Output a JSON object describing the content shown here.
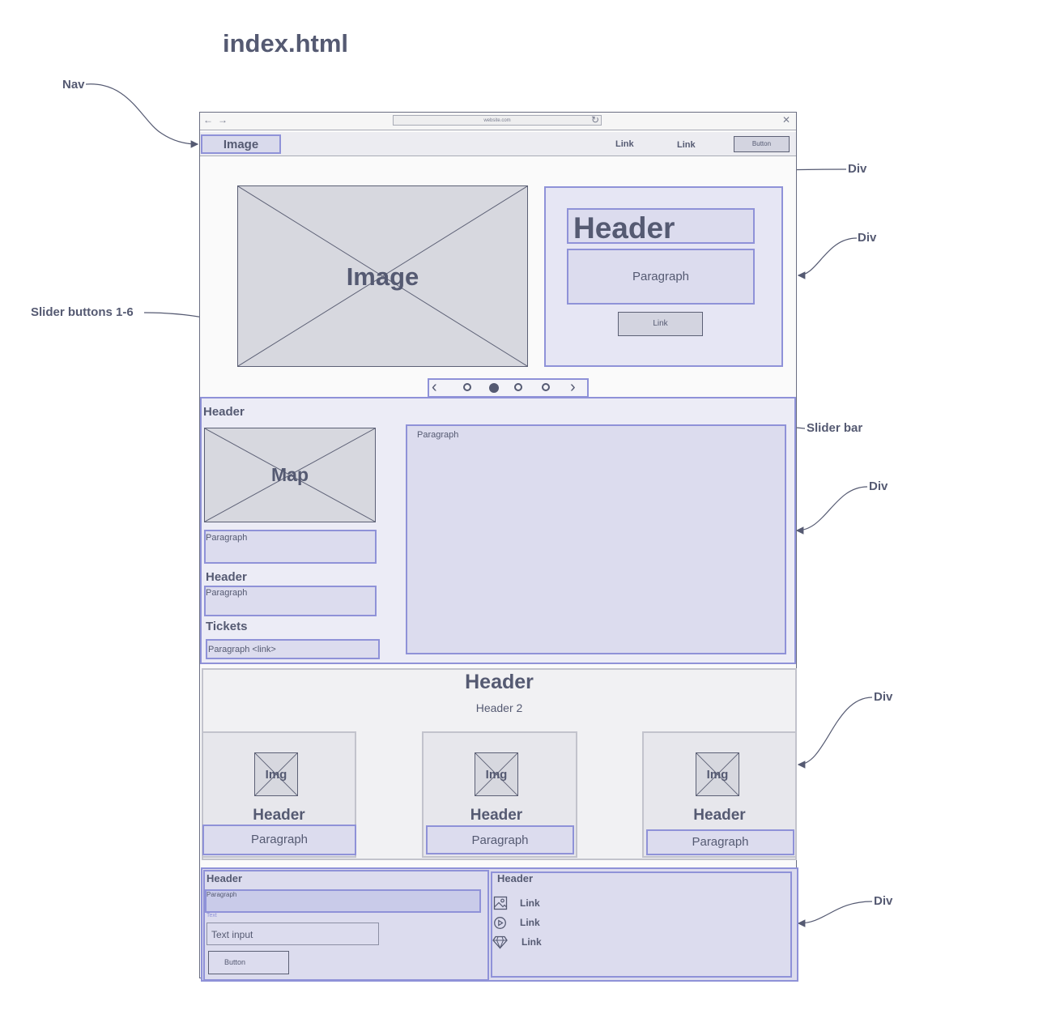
{
  "page_title": "index.html",
  "annotations": {
    "nav": "Nav",
    "div_1": "Div",
    "div_2": "Div",
    "slider_buttons": "Slider buttons 1-6",
    "slider_bar": "Slider bar",
    "div_3": "Div",
    "div_4": "Div",
    "div_5": "Div"
  },
  "browser": {
    "url": "website.com",
    "back_glyph": "←",
    "forward_glyph": "→",
    "reload_glyph": "↻",
    "close_glyph": "✕"
  },
  "nav": {
    "logo_label": "Image",
    "links": [
      "Link",
      "Link"
    ],
    "button_label": "Button"
  },
  "hero": {
    "image_label": "Image",
    "header": "Header",
    "paragraph": "Paragraph",
    "link_label": "Link",
    "slider": {
      "prev": "‹",
      "next": "›",
      "dots": 4,
      "active_dot": 2
    }
  },
  "info": {
    "header": "Header",
    "map_label": "Map",
    "map_paragraph": "Paragraph",
    "sub_header": "Header",
    "sub_paragraph": "Paragraph",
    "tickets_header": "Tickets",
    "tickets_paragraph": "Paragraph <link>",
    "main_paragraph": "Paragraph"
  },
  "features": {
    "header": "Header",
    "header2": "Header 2",
    "cards": [
      {
        "img": "Img",
        "header": "Header",
        "paragraph": "Paragraph"
      },
      {
        "img": "Img",
        "header": "Header",
        "paragraph": "Paragraph"
      },
      {
        "img": "Img",
        "header": "Header",
        "paragraph": "Paragraph"
      }
    ]
  },
  "footer": {
    "left_header": "Header",
    "left_paragraph": "Paragraph",
    "text_label": "Text",
    "input_placeholder": "Text input",
    "button_label": "Button",
    "right_header": "Header",
    "links": [
      {
        "icon": "image-icon",
        "label": "Link"
      },
      {
        "icon": "play-icon",
        "label": "Link"
      },
      {
        "icon": "diamond-icon",
        "label": "Link"
      }
    ]
  }
}
